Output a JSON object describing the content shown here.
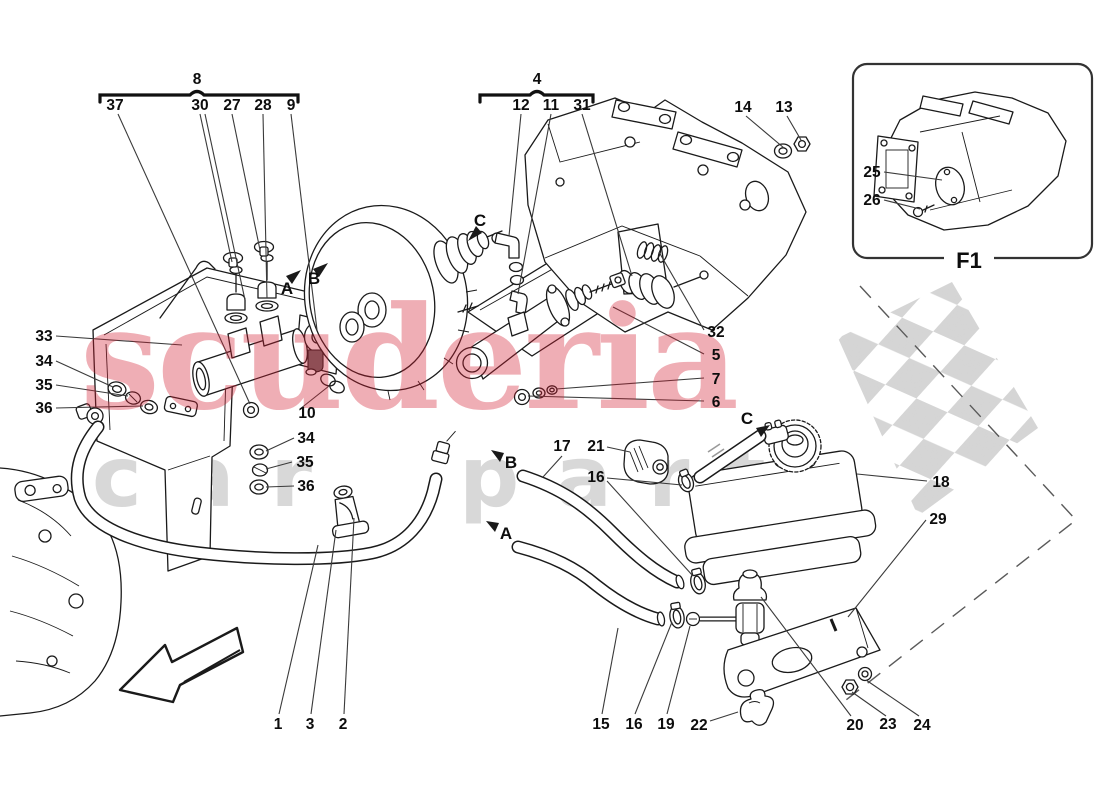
{
  "watermark": {
    "title": "scuderia",
    "subtitle": "car parts",
    "title_color": "#d21e32",
    "subtitle_color": "#d8d8d8"
  },
  "inset": {
    "label": "F1"
  },
  "views": {
    "a": "A",
    "b": "B",
    "c": "C"
  },
  "groups": {
    "g8": "8",
    "g4": "4"
  },
  "callouts": {
    "n1": "1",
    "n2": "2",
    "n3": "3",
    "n5": "5",
    "n6": "6",
    "n7": "7",
    "n9": "9",
    "n10": "10",
    "n11": "11",
    "n12": "12",
    "n13": "13",
    "n14": "14",
    "n15": "15",
    "n16": "16",
    "n17": "17",
    "n18": "18",
    "n19": "19",
    "n20": "20",
    "n21": "21",
    "n22": "22",
    "n23": "23",
    "n24": "24",
    "n25": "25",
    "n26": "26",
    "n27": "27",
    "n28": "28",
    "n29": "29",
    "n30": "30",
    "n31": "31",
    "n32": "32",
    "n33": "33",
    "n34": "34",
    "n35": "35",
    "n36": "36",
    "n37": "37"
  },
  "colors": {
    "line": "#1a1a1a",
    "checker_gray": "#cdcdcd"
  }
}
